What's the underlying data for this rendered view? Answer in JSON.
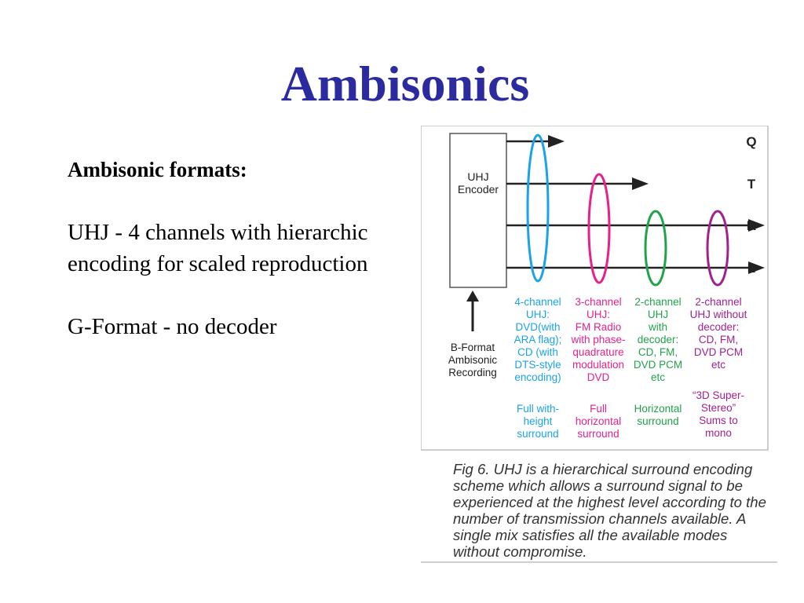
{
  "slide": {
    "title": "Ambisonics",
    "heading": "Ambisonic formats:",
    "paragraph_1": "UHJ - 4 channels with hierarchic encoding for scaled reproduction",
    "paragraph_2": "G-Format - no decoder"
  },
  "figure": {
    "encoder_line_1": "UHJ",
    "encoder_line_2": "Encoder",
    "source_lines": [
      "B-Format",
      "Ambisonic",
      "Recording"
    ],
    "channels": [
      "Q",
      "T",
      "R",
      "L"
    ],
    "formats": [
      {
        "color": "#1aa3e8",
        "desc": [
          "4-channel",
          "UHJ:",
          "DVD(with",
          "ARA flag);",
          "CD (with",
          "DTS-style",
          "encoding)"
        ],
        "result": [
          "Full with-",
          "height",
          "surround"
        ]
      },
      {
        "color": "#e6228a",
        "desc": [
          "3-channel",
          "UHJ:",
          "FM Radio",
          "with phase-",
          "quadrature",
          "modulation",
          "DVD"
        ],
        "result": [
          "Full",
          "horizontal",
          "surround"
        ]
      },
      {
        "color": "#21a34a",
        "desc": [
          "2-channel",
          "UHJ",
          "with",
          "decoder:",
          "CD, FM,",
          "DVD PCM",
          "etc"
        ],
        "result": [
          "Horizontal",
          "surround"
        ]
      },
      {
        "color": "#a3218f",
        "desc": [
          "2-channel",
          "UHJ without",
          "decoder:",
          "CD, FM,",
          "DVD PCM",
          "etc"
        ],
        "result": [
          "“3D Super-",
          "Stereo”",
          "Sums to",
          "mono"
        ]
      }
    ],
    "caption": "Fig 6. UHJ is a hierarchical surround encoding scheme which allows a surround signal to be experienced at the highest level according to the number of transmission channels available. A single mix satisfies all the available modes without compromise."
  }
}
